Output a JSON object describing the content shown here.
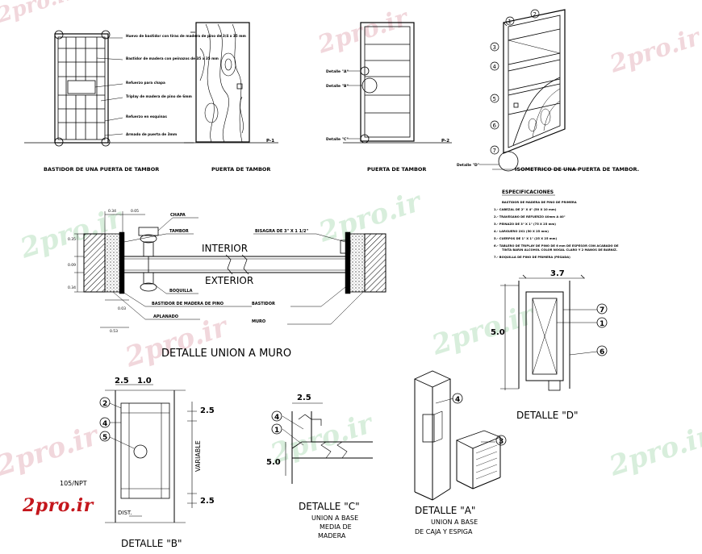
{
  "watermarks": [
    "2pro.ir",
    "2pro.ir",
    "2pro.ir",
    "2pro.ir",
    "2pro.ir",
    "2pro.ir",
    "2pro.ir",
    "2pro.ir",
    "2pro.ir",
    "2pro.ir"
  ],
  "logo": "2pro.ir",
  "top_row": {
    "door1_caption": "BASTIDOR DE UNA PUERTA DE TAMBOR",
    "door1_callouts": [
      "Huevo de bastidor con tiras de madera de pino de 3/4 x 35 mm",
      "Bastidor de madera con peinazos de 35 x 35 mm",
      "Refuerzo para chapa",
      "Triplay de madera de pino de 6mm",
      "Refuerzo en esquinas",
      "Armado de puerta de 3mm"
    ],
    "door2_caption": "PUERTA DE TAMBOR",
    "door2_tag": "P-1",
    "door3_caption": "PUERTA DE TAMBOR",
    "door3_tag": "P-2",
    "door3_details": [
      "Detalle \"A\"",
      "Detalle \"B\"",
      "Detalle \"C\""
    ],
    "iso_caption": "ISOMETRICO DE UNA PUERTA DE TAMBOR.",
    "iso_detail": "Detalle \"D\"",
    "iso_numbers": [
      "1",
      "2",
      "3",
      "4",
      "5",
      "6",
      "7"
    ]
  },
  "especificaciones": {
    "title": "ESPECIFICACIONES",
    "lines": [
      "BASTIDOR DE MADERA DE PINO DE PRIMERA",
      "1.- CABEZAL DE 2\" X 4\" (50 X 10 mm)",
      "2.- TRAVESANO DE REFUERZO 40mm A 40\"",
      "3.- PEINAZO DE 3\" X 1\" (75 X 25 mm)",
      "4.- LARGUERO 2X1 (50 X 25 mm)",
      "5.- CUERPOS DE 1\" X 1\" (25 X 25 mm)",
      "6.- TABLERO DE TRIPLAY DE PINO DE 6 mm DE ESPESOR CON ACABADO DE",
      "TINTA BARIN ALCOHOL COLOR NOGAL CLARO Y 2 MANOS DE BARNIZ.",
      "7.- BOQUILLA DE PINO DE PRIMERA (PEGADA)"
    ]
  },
  "union_muro": {
    "title": "DETALLE UNION A MURO",
    "interior": "INTERIOR",
    "exterior": "EXTERIOR",
    "labels": [
      "CHAPA",
      "TAMBOR",
      "BISAGRA DE 3\" X 1 1/2\"",
      "BOQUILLA",
      "BASTIDOR DE MADERA DE PINO",
      "APLANADO",
      "BASTIDOR",
      "MURO"
    ],
    "dims": [
      "0.34",
      "0.05",
      "0.35",
      "0.09",
      "0.34",
      "0.03",
      "0.53"
    ]
  },
  "detalle_d": {
    "title": "DETALLE \"D\"",
    "dim_top": "3.7",
    "dim_side": "5.0",
    "callouts": [
      "7",
      "1",
      "6"
    ]
  },
  "detalle_b": {
    "title": "DETALLE \"B\"",
    "dim_a": "2.5",
    "dim_b": "1.0",
    "dim_c": "2.5",
    "dim_d": "2.5",
    "variable": "VARIABLE",
    "dist": "DIST.",
    "code": "105/NPT",
    "callouts": [
      "2",
      "4",
      "5"
    ]
  },
  "detalle_c": {
    "title": "DETALLE \"C\"",
    "sub1": "UNION A BASE",
    "sub2": "MEDIA DE",
    "sub3": "MADERA",
    "dim_top": "2.5",
    "dim_side": "5.0",
    "callouts": [
      "4",
      "1"
    ]
  },
  "detalle_a": {
    "title": "DETALLE \"A\"",
    "sub1": "UNION A BASE",
    "sub2": "DE CAJA Y ESPIGA",
    "callouts": [
      "4",
      "3"
    ]
  }
}
